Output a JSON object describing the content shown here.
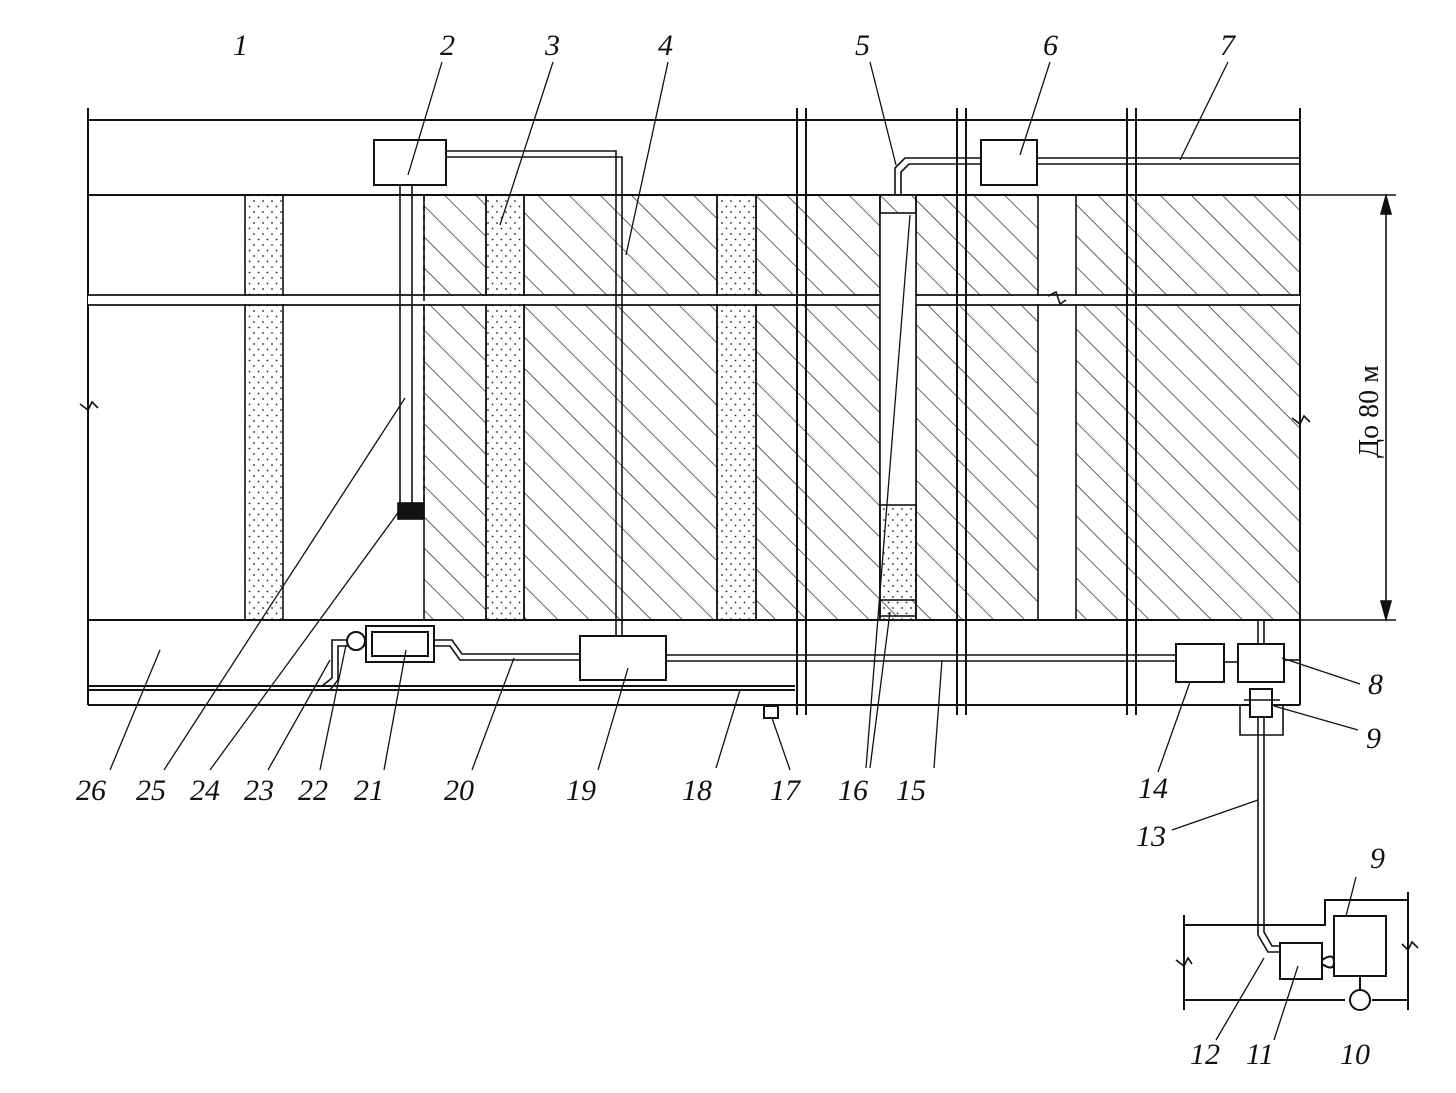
{
  "labels": {
    "n1": "1",
    "n2": "2",
    "n3": "3",
    "n4": "4",
    "n5": "5",
    "n6": "6",
    "n7": "7",
    "n8": "8",
    "n9a": "9",
    "n9b": "9",
    "n10": "10",
    "n11": "11",
    "n12": "12",
    "n13": "13",
    "n14": "14",
    "n15": "15",
    "n16": "16",
    "n17": "17",
    "n18": "18",
    "n19": "19",
    "n20": "20",
    "n21": "21",
    "n22": "22",
    "n23": "23",
    "n24": "24",
    "n25": "25",
    "n26": "26"
  },
  "dimension": "До 80 м",
  "colors": {
    "ink": "#111111",
    "background": "#ffffff"
  }
}
